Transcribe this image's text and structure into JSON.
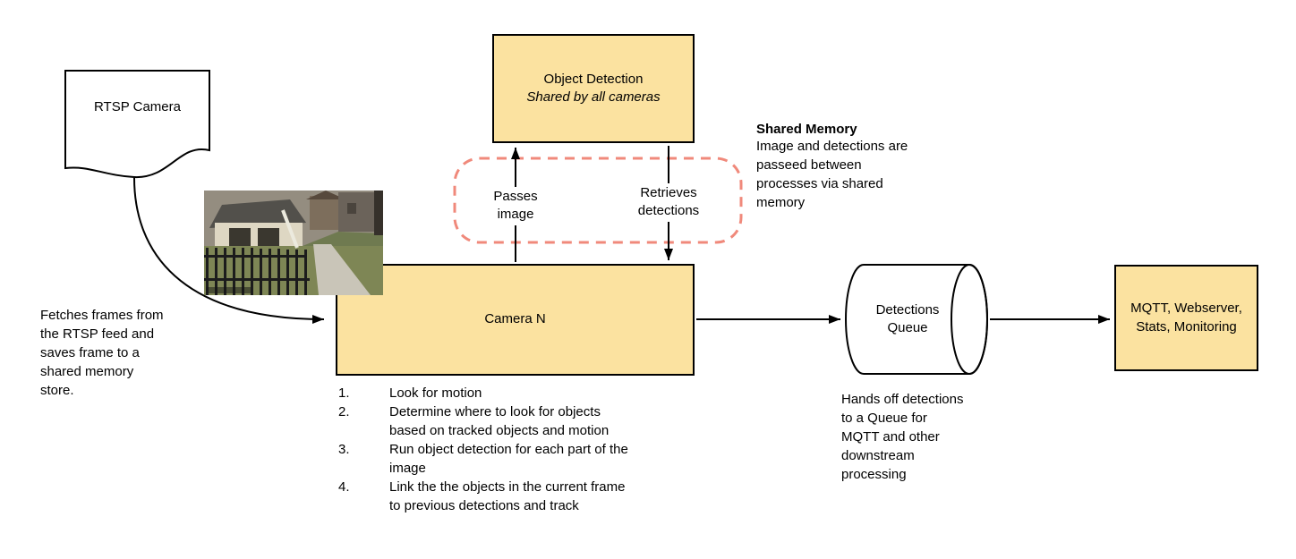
{
  "colors": {
    "node_fill": "#FBE2A0",
    "node_border": "#000000",
    "arrow": "#000000",
    "shared_memory_dash": "#F0897B",
    "background": "#FFFFFF"
  },
  "rtsp_camera": {
    "label": "RTSP Camera"
  },
  "fetch_note": "Fetches frames from\nthe RTSP feed and\nsaves frame to a\nshared memory\nstore.",
  "object_detection": {
    "title": "Object Detection",
    "subtitle": "Shared by all cameras"
  },
  "shared_memory": {
    "passes_label": "Passes\nimage",
    "retrieves_label": "Retrieves\ndetections",
    "title": "Shared Memory",
    "body": "Image and detections are\npasseed between\nprocesses via shared\nmemory"
  },
  "camera_n": {
    "label": "Camera N",
    "steps": [
      {
        "num": "1.",
        "text": "Look for motion"
      },
      {
        "num": "2.",
        "text": "Determine where to look for objects\nbased on tracked objects and motion"
      },
      {
        "num": "3.",
        "text": "Run object detection for each part of the\nimage"
      },
      {
        "num": "4.",
        "text": "Link the the objects in the current frame\nto previous detections and track"
      }
    ]
  },
  "detections_queue": {
    "label": "Detections\nQueue",
    "note": "Hands off detections\nto a Queue for\nMQTT and other\ndownstream\nprocessing"
  },
  "outputs": {
    "label": "MQTT, Webserver,\nStats, Monitoring"
  }
}
